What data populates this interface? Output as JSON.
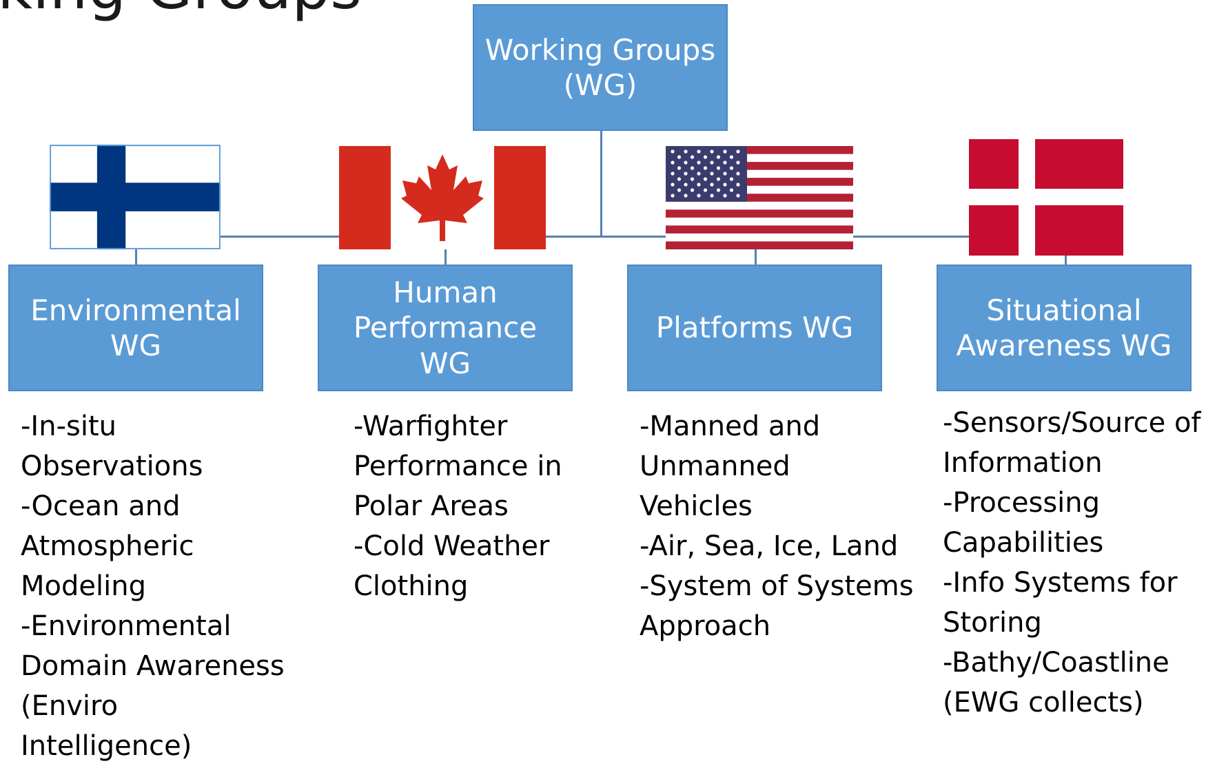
{
  "slide_title": "rking Groups",
  "root_box": {
    "label": "Working Groups\n(WG)"
  },
  "groups": [
    {
      "flag_icon": "finland-flag-icon",
      "label": "Environmental\nWG",
      "items": [
        "-In-situ\nObservations",
        "-Ocean and\nAtmospheric\nModeling",
        "-Environmental\nDomain Awareness\n(Enviro\nIntelligence)"
      ]
    },
    {
      "flag_icon": "canada-flag-icon",
      "label": "Human\nPerformance\nWG",
      "items": [
        "-Warfighter\nPerformance in\nPolar Areas",
        "-Cold Weather\nClothing"
      ]
    },
    {
      "flag_icon": "usa-flag-icon",
      "label": "Platforms WG",
      "items": [
        "-Manned and\nUnmanned\nVehicles",
        "-Air, Sea, Ice, Land",
        "-System of Systems\nApproach"
      ]
    },
    {
      "flag_icon": "denmark-flag-icon",
      "label": "Situational\nAwareness WG",
      "items": [
        "-Sensors/Source of\nInformation",
        "-Processing\nCapabilities",
        "-Info Systems for\nStoring",
        "-Bathy/Coastline\n(EWG collects)"
      ]
    }
  ],
  "colors": {
    "box_fill": "#5b9bd5",
    "connector": "#5582b0",
    "finland_blue": "#003580",
    "canada_red": "#d52b1e",
    "usa_red": "#b22234",
    "usa_blue": "#3c3b6e",
    "denmark_red": "#c60c30"
  }
}
